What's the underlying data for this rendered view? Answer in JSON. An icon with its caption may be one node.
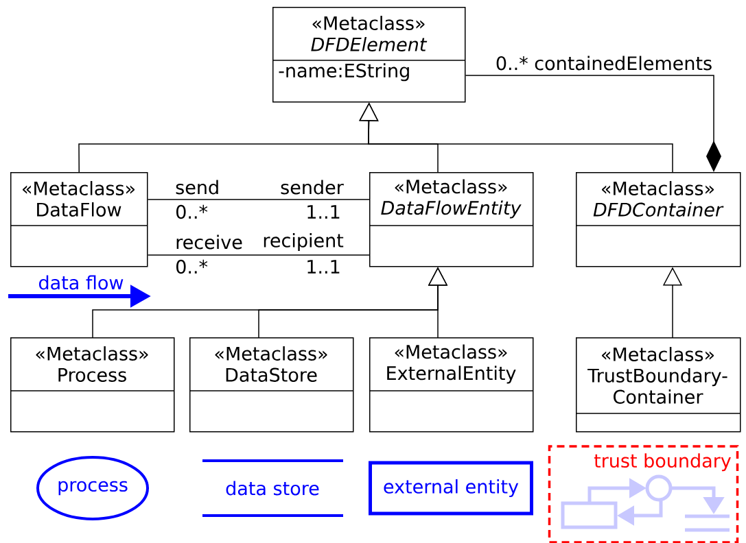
{
  "diagram": {
    "nodes": [
      {
        "text": [
          "«Metaclass»",
          "DFDElement",
          "-name:EString"
        ]
      },
      {
        "text": [
          "«Metaclass»",
          "DataFlow"
        ]
      },
      {
        "text": [
          "«Metaclass»",
          "DataFlowEntity"
        ]
      },
      {
        "text": [
          "«Metaclass»",
          "DFDContainer"
        ]
      },
      {
        "text": [
          "«Metaclass»",
          "Process"
        ]
      },
      {
        "text": [
          "«Metaclass»",
          "DataStore"
        ]
      },
      {
        "text": [
          "«Metaclass»",
          "ExternalEntity"
        ]
      },
      {
        "text": [
          "«Metaclass»",
          "TrustBoundary-Container"
        ]
      },
      {
        "text": [
          "process"
        ]
      },
      {
        "text": [
          "data store"
        ]
      },
      {
        "text": [
          "external entity"
        ]
      },
      {
        "text": [
          "trust boundary"
        ]
      }
    ],
    "edges": [
      {
        "from": 1,
        "to": 0,
        "arrow": "to"
      },
      {
        "from": 2,
        "to": 0,
        "arrow": "to"
      },
      {
        "from": 3,
        "to": 0,
        "arrow": "to"
      },
      {
        "from": 4,
        "to": 2,
        "arrow": "to"
      },
      {
        "from": 5,
        "to": 2,
        "arrow": "to"
      },
      {
        "from": 6,
        "to": 2,
        "arrow": "to"
      },
      {
        "from": 7,
        "to": 3,
        "arrow": "to"
      },
      {
        "from": 1,
        "to": 2,
        "arrow": "none"
      },
      {
        "from": 1,
        "to": 2,
        "arrow": "none"
      },
      {
        "from": 0,
        "to": 3,
        "arrow": "other",
        "label": "0..* containedElements"
      }
    ],
    "labels": [
      "send",
      "sender",
      "0..*",
      "1..1",
      "receive",
      "recipient",
      "0..*",
      "1..1",
      "data flow"
    ]
  }
}
